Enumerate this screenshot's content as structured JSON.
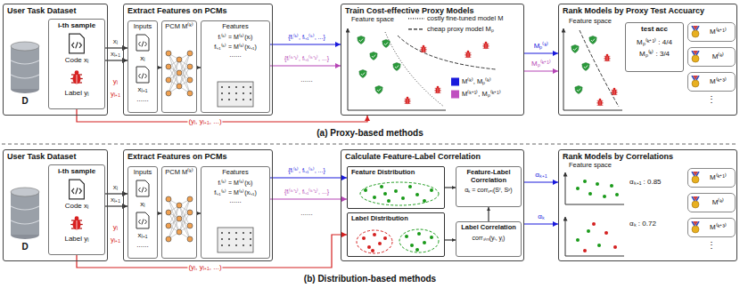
{
  "diagram": {
    "nodes": [
      {
        "text": [
          "User Task Dataset"
        ]
      },
      {
        "text": [
          "i-th sample",
          "Code xᵢ",
          "Label yᵢ"
        ],
        "in": 0
      },
      {
        "text": [
          "Extract Features on PCMs"
        ]
      },
      {
        "text": [
          "Inputs",
          "xᵢ",
          "xᵢ₊₁",
          "......"
        ],
        "in": 2
      },
      {
        "text": [
          "PCM M⁽ᵏ⁾"
        ],
        "in": 2
      },
      {
        "text": [
          "Features",
          "fᵢ⁽ᵏ⁾ = M⁽ᵏ⁾(xᵢ)",
          "fᵢ₊₁⁽ᵏ⁾ = M⁽ᵏ⁾(xᵢ₊₁)",
          "......"
        ],
        "in": 2
      },
      {
        "text": [
          "Train Cost-effective Proxy Models"
        ]
      },
      {
        "text": [
          "Rank Models by Proxy Test Accuarcy"
        ]
      },
      {
        "text": [
          "test acc",
          "Mₚ⁽ᵏ⁺¹⁾ : 4/4",
          "Mₚ⁽ᵏ⁾ : 3/4"
        ],
        "in": 7
      },
      {
        "text": [
          "M⁽ᵏ⁺¹⁾"
        ],
        "in": 7
      },
      {
        "text": [
          "M⁽ᵏ⁾"
        ],
        "in": 7
      },
      {
        "text": [
          "M⁽ᵏ⁺³⁾"
        ],
        "in": 7
      },
      {
        "text": [
          "User Task Dataset"
        ]
      },
      {
        "text": [
          "i-th sample",
          "Code xᵢ",
          "Label yᵢ"
        ],
        "in": 12
      },
      {
        "text": [
          "Extract Features on PCMs"
        ]
      },
      {
        "text": [
          "Inputs",
          "xᵢ",
          "xᵢ₊₁",
          "......"
        ],
        "in": 14
      },
      {
        "text": [
          "PCM M⁽ᵏ⁾"
        ],
        "in": 14
      },
      {
        "text": [
          "Features",
          "fᵢ⁽ᵏ⁾ = M⁽ᵏ⁾(xᵢ)",
          "fᵢ₊₁⁽ᵏ⁾ = M⁽ᵏ⁾(xᵢ₊₁)",
          "......"
        ],
        "in": 14
      },
      {
        "text": [
          "Calculate Feature-Label Correlation"
        ]
      },
      {
        "text": [
          "Feature Distribution"
        ],
        "in": 18
      },
      {
        "text": [
          "Label Distribution"
        ],
        "in": 18
      },
      {
        "text": [
          "Feature-Label Correlation",
          "αₖ = corrₛₑₗ(Sᶠ, Sʸ)"
        ],
        "in": 18
      },
      {
        "text": [
          "Label Correlation",
          "corrₛᵢₘ(yᵢ, yⱼ)"
        ],
        "in": 18
      },
      {
        "text": [
          "Rank Models by Correlations"
        ]
      },
      {
        "text": [
          "M⁽ᵏ⁺¹⁾"
        ],
        "in": 23
      },
      {
        "text": [
          "M⁽ᵏ⁾"
        ],
        "in": 23
      },
      {
        "text": [
          "M⁽ᵏ⁺³⁾"
        ],
        "in": 23
      }
    ],
    "edges": [
      {
        "from": 1,
        "to": 3,
        "label": "xᵢ",
        "arrow": "to"
      },
      {
        "from": 1,
        "to": 3,
        "label": "xᵢ₊₁",
        "arrow": "to"
      },
      {
        "from": 3,
        "to": 4,
        "arrow": "to"
      },
      {
        "from": 4,
        "to": 5,
        "arrow": "to"
      },
      {
        "from": 5,
        "to": 6,
        "label": "{fᵢ⁽ᵏ⁾, fᵢ₊₁⁽ᵏ⁾, ...}",
        "arrow": "to"
      },
      {
        "from": 5,
        "to": 6,
        "label": "{fᵢ⁽ᵏ⁺¹⁾, fᵢ₊₁⁽ᵏ⁺¹⁾, ...}",
        "arrow": "to"
      },
      {
        "from": 1,
        "to": 6,
        "label": "(yᵢ, yᵢ₊₁, ...)",
        "arrow": "to"
      },
      {
        "from": 6,
        "to": 7,
        "label": "Mₚ⁽ᵏ⁾",
        "arrow": "to"
      },
      {
        "from": 6,
        "to": 7,
        "label": "Mₚ⁽ᵏ⁺¹⁾",
        "arrow": "to"
      },
      {
        "from": 13,
        "to": 15,
        "label": "xᵢ",
        "arrow": "to"
      },
      {
        "from": 13,
        "to": 15,
        "label": "xᵢ₊₁",
        "arrow": "to"
      },
      {
        "from": 15,
        "to": 16,
        "arrow": "to"
      },
      {
        "from": 16,
        "to": 17,
        "arrow": "to"
      },
      {
        "from": 17,
        "to": 19,
        "label": "{fᵢ⁽ᵏ⁾, fᵢ₊₁⁽ᵏ⁾, ...}",
        "arrow": "to"
      },
      {
        "from": 17,
        "to": 19,
        "label": "{fᵢ⁽ᵏ⁺¹⁾, fᵢ₊₁⁽ᵏ⁺¹⁾, ...}",
        "arrow": "to"
      },
      {
        "from": 13,
        "to": 20,
        "label": "(yᵢ, yᵢ₊₁, ...)",
        "arrow": "to"
      },
      {
        "from": 19,
        "to": 21,
        "arrow": "to"
      },
      {
        "from": 20,
        "to": 22,
        "arrow": "to"
      },
      {
        "from": 22,
        "to": 21,
        "arrow": "to"
      },
      {
        "from": 18,
        "to": 23,
        "label": "αₖ₊₁",
        "arrow": "to"
      },
      {
        "from": 18,
        "to": 23,
        "label": "αₖ",
        "arrow": "to"
      }
    ],
    "labels": [
      "D",
      "yᵢ",
      "yᵢ₊₁",
      "......",
      "Feature space",
      "Feature space",
      "⋮",
      "(a) Proxy-based methods",
      "D",
      "yᵢ",
      "yᵢ₊₁",
      "......",
      "Feature space",
      "αₖ₊₁ : 0.85",
      "αₖ : 0.72",
      "⋮",
      "(b) Distribution-based methods"
    ],
    "legend": [
      {
        "text": "costly fine-tuned model M"
      },
      {
        "text": "cheap proxy model Mₚ"
      },
      {
        "text": "M⁽ᵏ⁾, Mₚ⁽ᵏ⁾",
        "color": "#1a1adc"
      },
      {
        "text": "M⁽ᵏ⁺¹⁾, Mₚ⁽ᵏ⁺¹⁾",
        "color": "#c050c0"
      }
    ]
  }
}
